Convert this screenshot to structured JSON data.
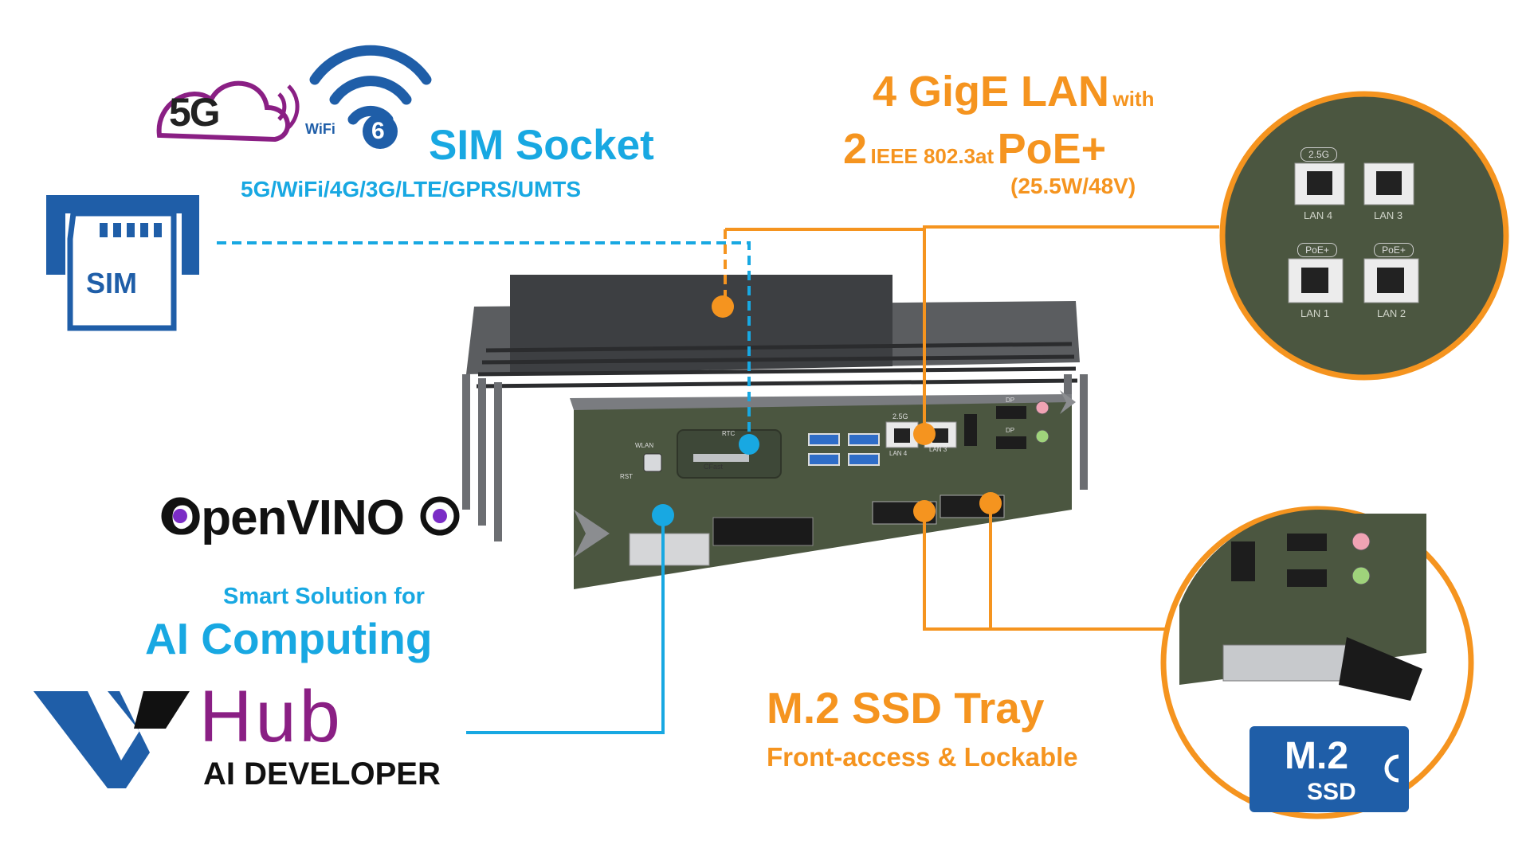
{
  "colors": {
    "orange": "#f5941f",
    "blue": "#18a8e2",
    "dark_blue": "#1f5ea8",
    "purple": "#8a1f84",
    "black": "#111111",
    "device_green": "#4b5640"
  },
  "logos": {
    "five_g": "5G",
    "wifi_label": "WiFi",
    "wifi_version": "6",
    "sim_card": "SIM",
    "openvino": "OpenVINO",
    "vhub_word": "Hub",
    "vhub_sub": "AI DEVELOPER",
    "m2_badge_top": "M.2",
    "m2_badge_bottom": "SSD"
  },
  "sim_section": {
    "title": "SIM Socket",
    "subtitle": "5G/WiFi/4G/3G/LTE/GPRS/UMTS"
  },
  "lan_section": {
    "line1_big": "4 GigE LAN",
    "line1_small": "with",
    "line2_num": "2",
    "line2_small": "IEEE 802.3at",
    "line2_big": "PoE+",
    "line3": "(25.5W/48V)"
  },
  "ai_section": {
    "line1": "Smart Solution for",
    "line2": "AI Computing"
  },
  "ssd_section": {
    "title": "M.2 SSD Tray",
    "subtitle": "Front-access & Lockable"
  },
  "lan_zoom": {
    "badge_25g": "2.5G",
    "badge_poe": "PoE+",
    "ports": [
      "LAN 4",
      "LAN 3",
      "LAN 1",
      "LAN 2"
    ]
  },
  "device_labels": {
    "sim": "SIM",
    "cfast": "CFast",
    "rtc": "RTC",
    "rst": "RST",
    "wlan": "WLAN",
    "dp": "DP",
    "lan4": "LAN 4",
    "lan3": "LAN 3",
    "badge": "2.5G"
  }
}
